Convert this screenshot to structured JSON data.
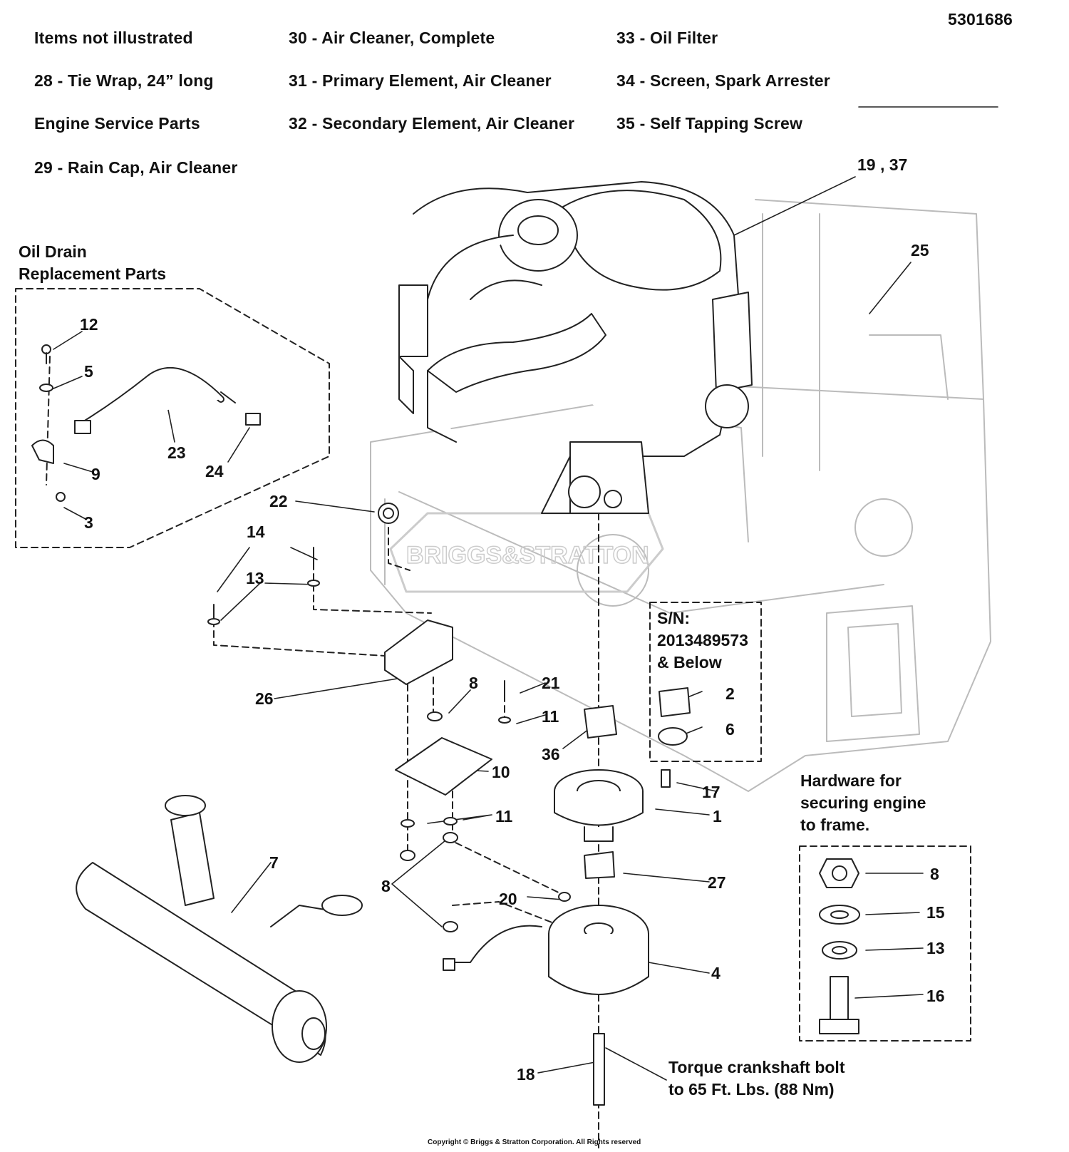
{
  "drawing_number": "5301686",
  "header_notes": {
    "col1": [
      "Items not illustrated",
      "28 - Tie Wrap, 24” long",
      "Engine Service Parts",
      "29 - Rain Cap, Air Cleaner"
    ],
    "col2": [
      "30 - Air Cleaner, Complete",
      "31 - Primary Element, Air Cleaner",
      "32 - Secondary Element, Air Cleaner"
    ],
    "col3": [
      "33 - Oil Filter",
      "34 - Screen, Spark Arrester",
      "35 - Self Tapping Screw"
    ]
  },
  "oil_drain_title": [
    "Oil Drain",
    "Replacement Parts"
  ],
  "serial_note": [
    "S/N:",
    "2013489573",
    "& Below"
  ],
  "hardware_note": [
    "Hardware for",
    "securing engine",
    "to frame."
  ],
  "torque_note": [
    "Torque crankshaft bolt",
    "to 65 Ft. Lbs. (88 Nm)"
  ],
  "watermark": "BRIGGS&STRATTON",
  "copyright": "Copyright © Briggs & Stratton Corporation. All Rights reserved",
  "callouts": {
    "c1937": "19 , 37",
    "c25": "25",
    "c12": "12",
    "c5": "5",
    "c23": "23",
    "c9": "9",
    "c24": "24",
    "c3": "3",
    "c22": "22",
    "c14": "14",
    "c13": "13",
    "c26": "26",
    "c8a": "8",
    "c21": "21",
    "c11a": "11",
    "c36": "36",
    "c2": "2",
    "c6": "6",
    "c10": "10",
    "c17": "17",
    "c1": "1",
    "c11b": "11",
    "c7": "7",
    "c8b": "8",
    "c27": "27",
    "c20": "20",
    "c4": "4",
    "c18": "18",
    "h8": "8",
    "h15": "15",
    "h13": "13",
    "h16": "16"
  }
}
